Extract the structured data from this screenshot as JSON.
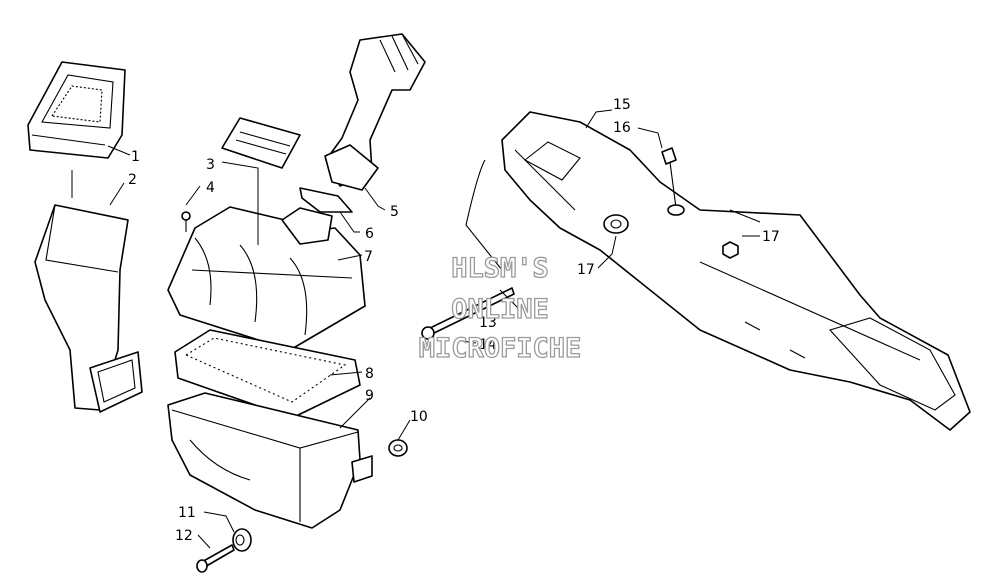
{
  "callouts": {
    "c1": "1",
    "c2": "2",
    "c3": "3",
    "c4": "4",
    "c5": "5",
    "c6": "6",
    "c7": "7",
    "c8": "8",
    "c9": "9",
    "c10": "10",
    "c11": "11",
    "c12": "12",
    "c13": "13",
    "c14": "14",
    "c15": "15",
    "c16": "16",
    "c17a": "17",
    "c17b": "17"
  },
  "watermark": {
    "line1": "HLSM'S",
    "line2": "ONLINE",
    "line3": "MICROFICHE"
  }
}
